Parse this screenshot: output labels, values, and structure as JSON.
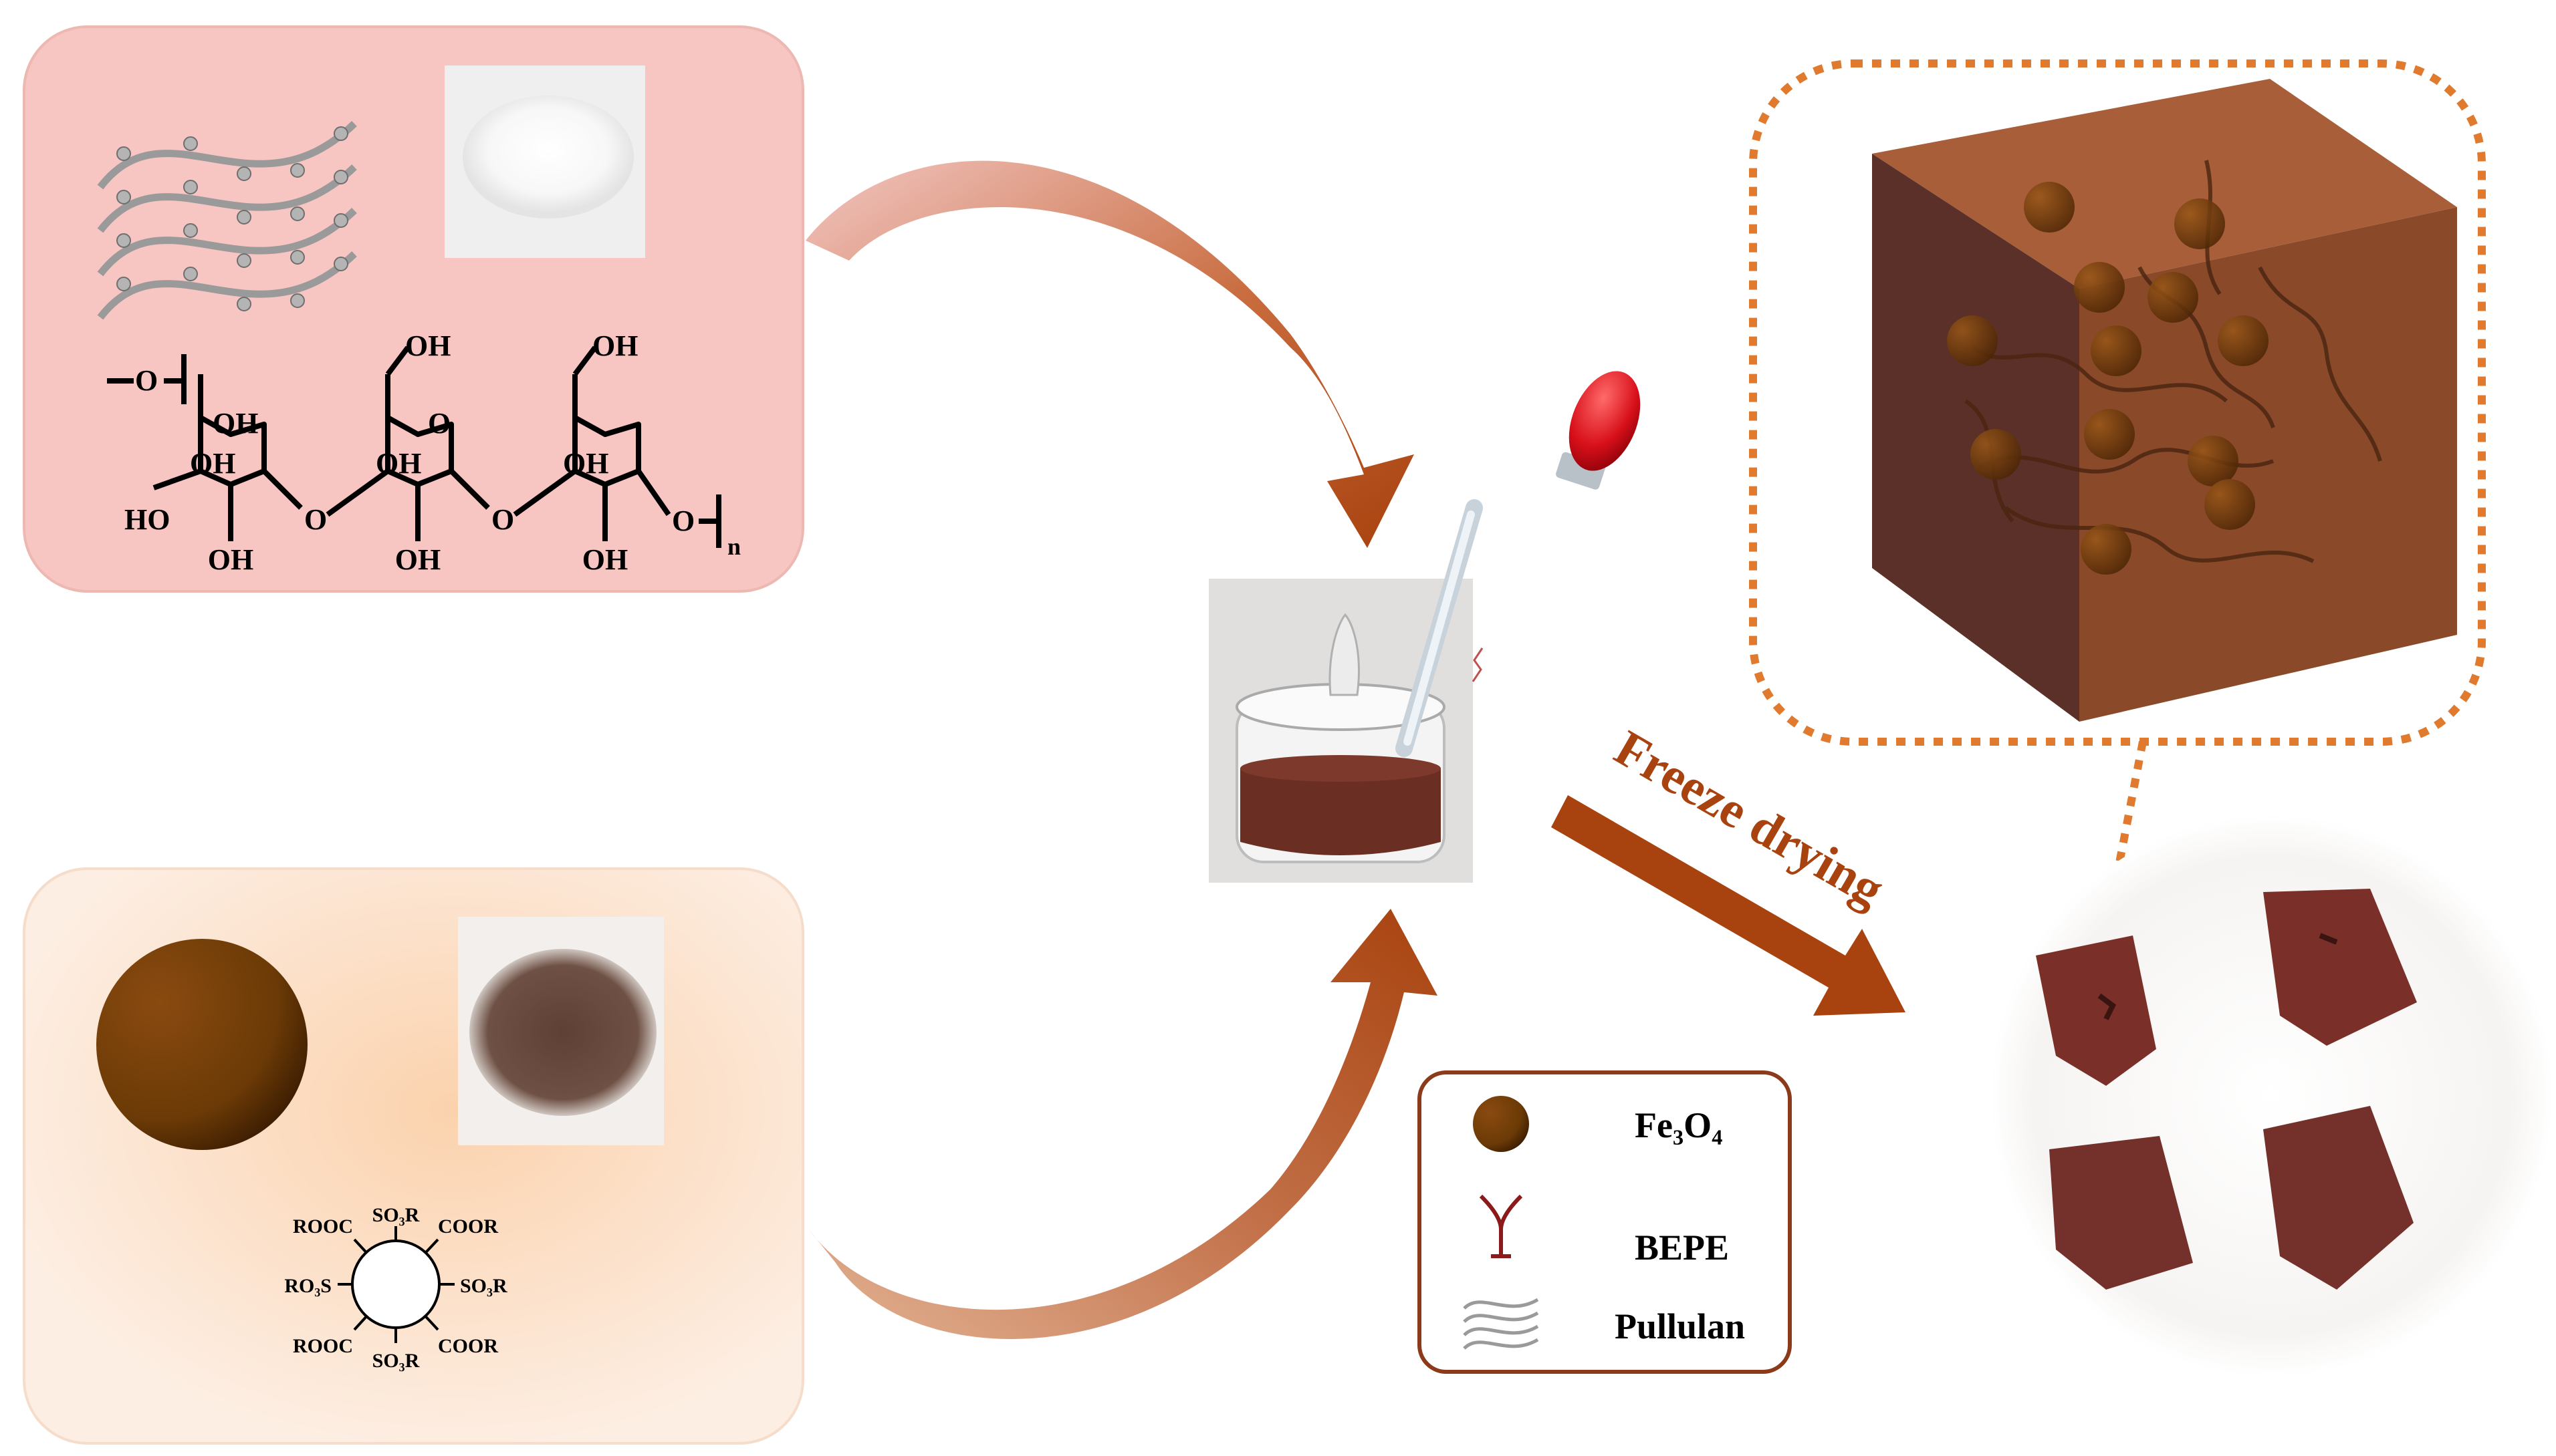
{
  "pullulan_panel": {
    "structure": {
      "glucose_hydroxyls": [
        "OH",
        "OH",
        "OH",
        "OH",
        "OH",
        "OH",
        "OH",
        "OH",
        "OH"
      ],
      "terminal_ho": "HO",
      "linker_o": [
        "O",
        "O",
        "O",
        "O",
        "O"
      ],
      "repeat_subscript": "n"
    }
  },
  "fe3o4_panel": {
    "surface_groups": {
      "top": "SO₃R",
      "top_right": "COOR",
      "right": "SO₃R",
      "bottom_right": "COOR",
      "bottom": "SO₃R",
      "bottom_left": "ROOC",
      "left": "RO₃S",
      "top_left": "ROOC"
    }
  },
  "process": {
    "step_label": "Freeze drying"
  },
  "legend": {
    "items": [
      {
        "id": "fe3o4",
        "label": "Fe₃O₄"
      },
      {
        "id": "bepe",
        "label": "BEPE"
      },
      {
        "id": "pullulan",
        "label": "Pullulan"
      }
    ]
  },
  "colors": {
    "pullulan_panel_bg": "#f7c6c2",
    "fe3o4_panel_bg": "#fde6d6",
    "arrow_brown": "#a8481c",
    "dotted_outline": "#e07a2e",
    "cube_brown": "#8a4a2a",
    "legend_border": "#8b3a1a",
    "fe3o4_sphere": "#6b3a0a",
    "bepe_red": "#8b1a1a"
  }
}
